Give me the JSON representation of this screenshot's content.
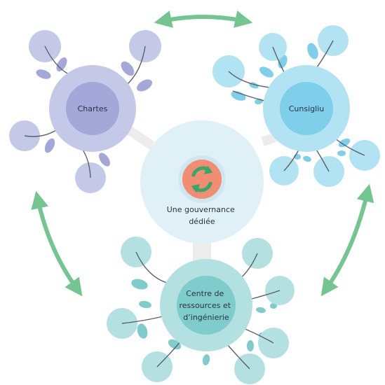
{
  "center": {
    "lines": [
      "Une gouvernance",
      "dédiée"
    ]
  },
  "nodes": {
    "chartes": {
      "label": "Chartes"
    },
    "cunsigliu": {
      "label": "Cunsigliu"
    },
    "centre": {
      "lines": [
        "Centre de",
        "ressources et",
        "d’ingénierie"
      ]
    }
  },
  "colors": {
    "purple_outer": "#c5c9e8",
    "purple_inner": "#a3a8d8",
    "blue_outer": "#b2e3f3",
    "blue_inner": "#7dcfea",
    "teal_outer": "#b3e1e1",
    "teal_inner": "#7fcccc",
    "center_outer": "#dff1f6",
    "center_icon_bg": "#f28c73",
    "center_icon": "#35a86a",
    "arrow": "#73c690",
    "connector": "#ececec",
    "stem": "#5b5f6e"
  },
  "icons": {
    "center": "recycle-arrows-icon"
  }
}
